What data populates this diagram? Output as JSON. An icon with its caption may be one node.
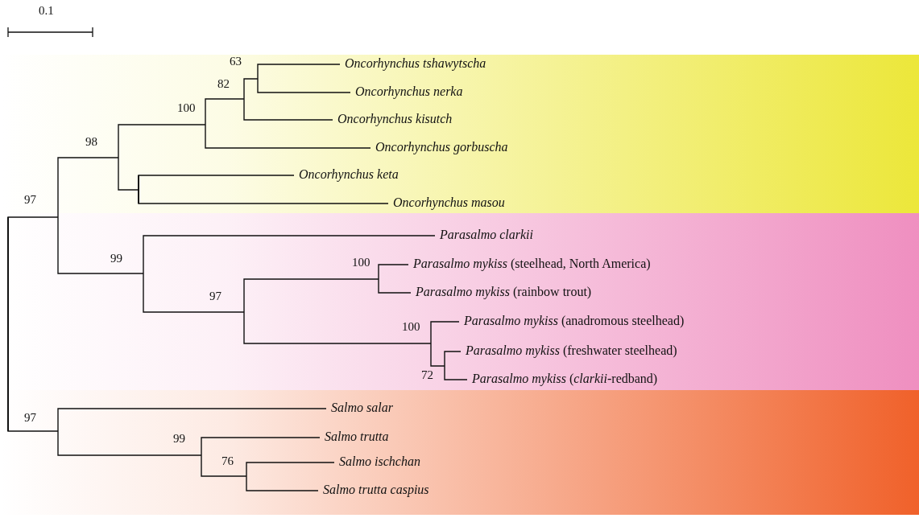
{
  "diagram": {
    "nodes": [
      {
        "text": [],
        "shape": "line"
      },
      {
        "text": [
          "97"
        ]
      },
      {
        "text": [
          "98"
        ]
      },
      {
        "text": [
          "100"
        ]
      },
      {
        "text": [
          "82"
        ]
      },
      {
        "text": [
          "63"
        ]
      },
      {
        "text": [
          "Oncorhynchus tshawytscha"
        ]
      },
      {
        "text": [
          "Oncorhynchus nerka"
        ]
      },
      {
        "text": [
          "Oncorhynchus kisutch"
        ]
      },
      {
        "text": [
          "Oncorhynchus gorbuscha"
        ]
      },
      {
        "text": [],
        "shape": "line"
      },
      {
        "text": [
          "Oncorhynchus keta"
        ]
      },
      {
        "text": [
          "Oncorhynchus masou"
        ]
      },
      {
        "text": [
          "99"
        ]
      },
      {
        "text": [
          "Parasalmo clarkii"
        ]
      },
      {
        "text": [
          "97"
        ]
      },
      {
        "text": [
          "100"
        ]
      },
      {
        "text": [
          "*Parasalmo mykiss* (steelhead, North America)"
        ]
      },
      {
        "text": [
          "*Parasalmo mykiss* (rainbow trout)"
        ]
      },
      {
        "text": [
          "100"
        ]
      },
      {
        "text": [
          "*Parasalmo mykiss* (anadromous steelhead)"
        ]
      },
      {
        "text": [
          "72"
        ]
      },
      {
        "text": [
          "*Parasalmo mykiss* (freshwater steelhead)"
        ]
      },
      {
        "text": [
          "*Parasalmo mykiss* (*clarkii*-redband)"
        ]
      },
      {
        "text": [
          "97"
        ]
      },
      {
        "text": [
          "Salmo salar"
        ]
      },
      {
        "text": [
          "99"
        ]
      },
      {
        "text": [
          "Salmo trutta"
        ]
      },
      {
        "text": [
          "76"
        ]
      },
      {
        "text": [
          "Salmo ischchan"
        ]
      },
      {
        "text": [
          "Salmo trutta caspius"
        ]
      }
    ],
    "edges": [
      {
        "from": 0,
        "to": 1,
        "arrow": "none"
      },
      {
        "from": 1,
        "to": 2,
        "arrow": "none"
      },
      {
        "from": 2,
        "to": 3,
        "arrow": "none"
      },
      {
        "from": 3,
        "to": 4,
        "arrow": "none"
      },
      {
        "from": 4,
        "to": 5,
        "arrow": "none"
      },
      {
        "from": 5,
        "to": 6,
        "arrow": "none"
      },
      {
        "from": 5,
        "to": 7,
        "arrow": "none"
      },
      {
        "from": 4,
        "to": 8,
        "arrow": "none"
      },
      {
        "from": 3,
        "to": 9,
        "arrow": "none"
      },
      {
        "from": 2,
        "to": 10,
        "arrow": "none"
      },
      {
        "from": 10,
        "to": 11,
        "arrow": "none"
      },
      {
        "from": 10,
        "to": 12,
        "arrow": "none"
      },
      {
        "from": 1,
        "to": 13,
        "arrow": "none"
      },
      {
        "from": 13,
        "to": 14,
        "arrow": "none"
      },
      {
        "from": 13,
        "to": 15,
        "arrow": "none"
      },
      {
        "from": 15,
        "to": 16,
        "arrow": "none"
      },
      {
        "from": 16,
        "to": 17,
        "arrow": "none"
      },
      {
        "from": 16,
        "to": 18,
        "arrow": "none"
      },
      {
        "from": 15,
        "to": 19,
        "arrow": "none"
      },
      {
        "from": 19,
        "to": 20,
        "arrow": "none"
      },
      {
        "from": 19,
        "to": 21,
        "arrow": "none"
      },
      {
        "from": 21,
        "to": 22,
        "arrow": "none"
      },
      {
        "from": 21,
        "to": 23,
        "arrow": "none"
      },
      {
        "from": 0,
        "to": 24,
        "arrow": "none"
      },
      {
        "from": 24,
        "to": 25,
        "arrow": "none"
      },
      {
        "from": 24,
        "to": 26,
        "arrow": "none"
      },
      {
        "from": 26,
        "to": 27,
        "arrow": "none"
      },
      {
        "from": 26,
        "to": 28,
        "arrow": "none"
      },
      {
        "from": 28,
        "to": 29,
        "arrow": "none"
      },
      {
        "from": 28,
        "to": 30,
        "arrow": "none"
      }
    ],
    "labels": [
      "0.1"
    ]
  }
}
